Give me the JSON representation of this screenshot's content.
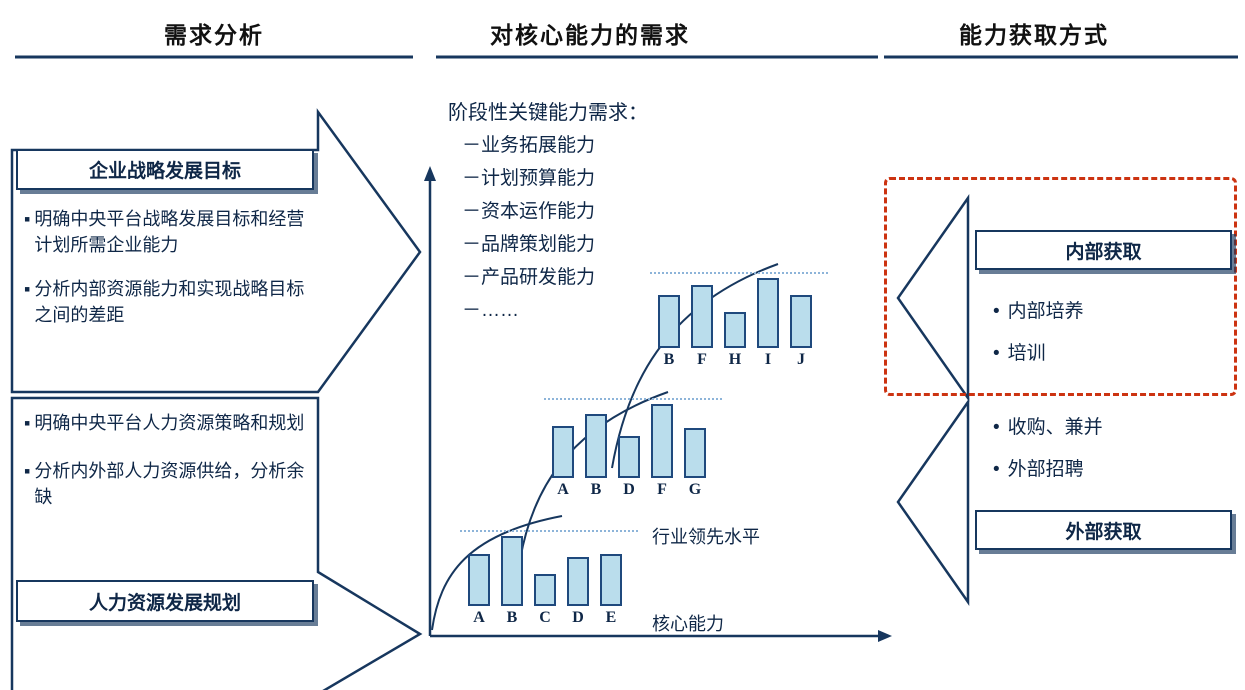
{
  "colors": {
    "navy": "#17375E",
    "text": "#0F2747",
    "bar_fill": "#BADDEC",
    "benchmark_line": "#8DB4D9",
    "dashed_frame_red": "#CC3311"
  },
  "headers": {
    "demand_analysis": "需求分析",
    "core_capability_demand": "对核心能力的需求",
    "capability_acquisition": "能力获取方式"
  },
  "left_column": {
    "bullet_char": "▪",
    "strategy_box_title": "企业战略发展目标",
    "strategy_bullets": [
      "明确中央平台战略发展目标和经营计划所需企业能力",
      "分析内部资源能力和实现战略目标之间的差距"
    ],
    "hr_bullets": [
      "明确中央平台人力资源策略和规划",
      "分析内外部人力资源供给，分析余缺"
    ],
    "hr_box_title": "人力资源发展规划"
  },
  "middle_column": {
    "list_title": "阶段性关键能力需求：",
    "item_prefix": "－",
    "list_items": [
      "业务拓展能力",
      "计划预算能力",
      "资本运作能力",
      "品牌策划能力",
      "产品研发能力",
      "……"
    ],
    "benchmark_label": "行业领先水平",
    "x_axis_label": "核心能力"
  },
  "chart_data": [
    {
      "type": "bar",
      "categories": [
        "A",
        "B",
        "C",
        "D",
        "E"
      ],
      "values": [
        52,
        70,
        32,
        49,
        52
      ],
      "ylim": [
        0,
        80
      ],
      "benchmark_label": "行业领先水平",
      "x_axis_label": "核心能力"
    },
    {
      "type": "bar",
      "categories": [
        "A",
        "B",
        "D",
        "F",
        "G"
      ],
      "values": [
        52,
        64,
        42,
        74,
        50
      ],
      "ylim": [
        0,
        80
      ]
    },
    {
      "type": "bar",
      "categories": [
        "B",
        "F",
        "H",
        "I",
        "J"
      ],
      "values": [
        53,
        63,
        36,
        70,
        53
      ],
      "ylim": [
        0,
        80
      ]
    }
  ],
  "right_column": {
    "bullet_char": "•",
    "internal_box_title": "内部获取",
    "internal_bullets": [
      "内部培养",
      "培训"
    ],
    "external_bullets": [
      "收购、兼并",
      "外部招聘"
    ],
    "external_box_title": "外部获取"
  }
}
